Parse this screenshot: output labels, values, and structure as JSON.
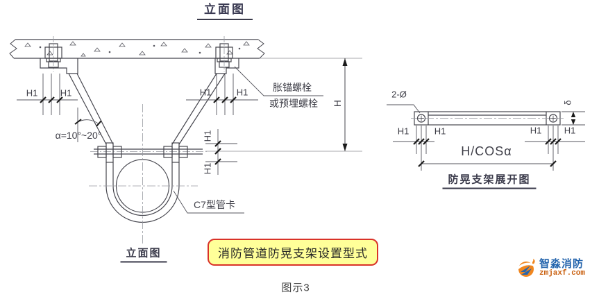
{
  "banner": {
    "text": "消防管道防晃支架设置型式"
  },
  "figure_caption": "图示3",
  "left_view": {
    "top_title": "立面图",
    "bottom_caption": "立面图",
    "angle_label": "α=10°~20°",
    "anchor_label_line1": "胀锚螺栓",
    "anchor_label_line2": "或预埋螺栓",
    "clamp_label": "C7型管卡",
    "dim_h": "H",
    "dim_h1": "H1"
  },
  "right_view": {
    "caption": "防晃支架展开图",
    "hole_label": "2-Ø",
    "span_label": "H/COSα",
    "thickness_label": "δ",
    "dim_h1": "H1"
  },
  "logo": {
    "brand": "智淼消防",
    "site": "zmjaxf.com"
  },
  "colors": {
    "line": "#45454d",
    "banner_fill": "#ffff99",
    "banner_border": "#d93228",
    "brand_blue": "#2565ad",
    "brand_orange": "#f0861f"
  }
}
